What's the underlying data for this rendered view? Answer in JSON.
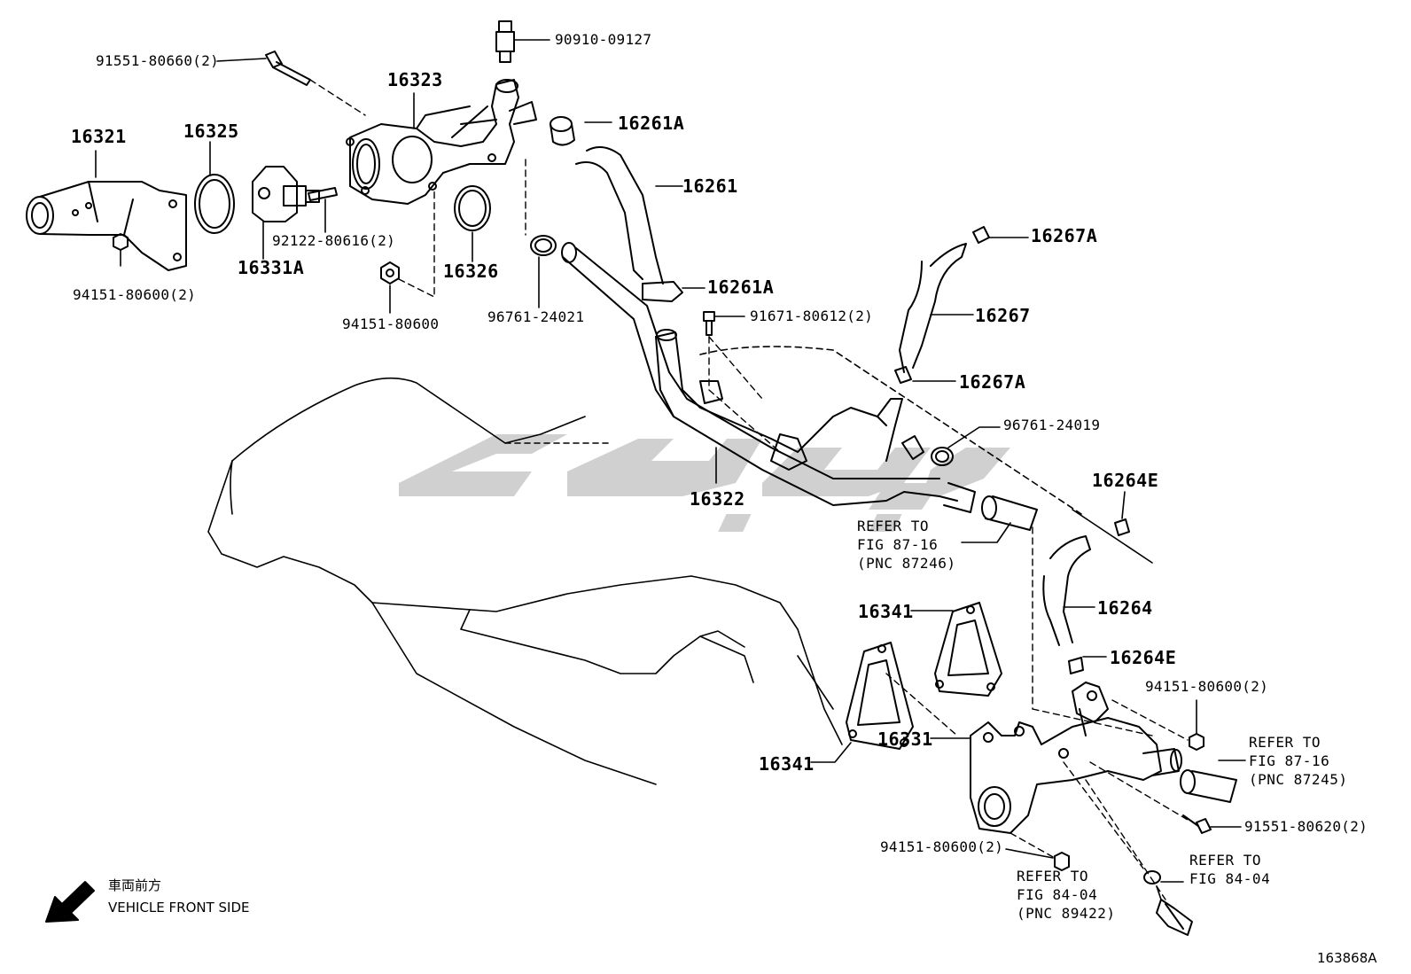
{
  "parts": {
    "p16321": "16321",
    "p16325": "16325",
    "p16323": "16323",
    "p90910": "90910-09127",
    "p91551_660": "91551-80660(2)",
    "p16261A_top": "16261A",
    "p16261": "16261",
    "p92122": "92122-80616(2)",
    "p16331A": "16331A",
    "p16326": "16326",
    "p94151_2_top": "94151-80600(2)",
    "p94151_mid": "94151-80600",
    "p96761_021": "96761-24021",
    "p16261A_mid": "16261A",
    "p91671": "91671-80612(2)",
    "p16267A_top": "16267A",
    "p16267": "16267",
    "p16267A_mid": "16267A",
    "p96761_019": "96761-24019",
    "p16322": "16322",
    "p16264E_top": "16264E",
    "p16264": "16264",
    "p16264E_mid": "16264E",
    "p16341_top": "16341",
    "p16341_bot": "16341",
    "p16331": "16331",
    "p94151_2_right": "94151-80600(2)",
    "p94151_2_bot": "94151-80600(2)",
    "p91551_620": "91551-80620(2)"
  },
  "refs": {
    "r87_16_246": "REFER TO\nFIG 87-16\n(PNC 87246)",
    "r87_16_245": "REFER TO\nFIG 87-16\n(PNC 87245)",
    "r84_04_422": "REFER TO\nFIG 84-04\n(PNC 89422)",
    "r84_04": "REFER TO\nFIG 84-04"
  },
  "orientation": {
    "jp": "車両前方",
    "en": "VEHICLE FRONT SIDE"
  },
  "figure_code": "163868A"
}
